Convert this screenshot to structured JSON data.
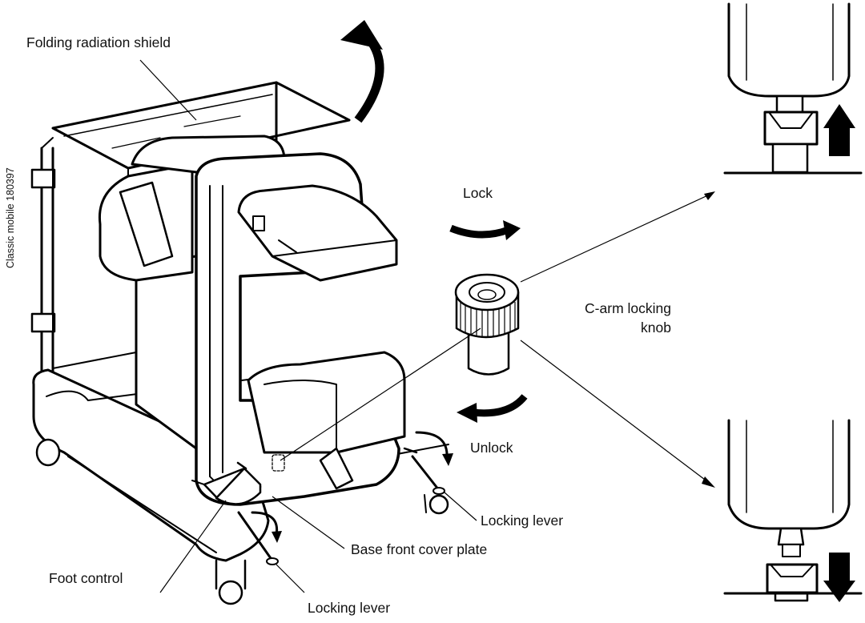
{
  "labels": {
    "folding_radiation_shield": "Folding radiation shield",
    "lock": "Lock",
    "unlock": "Unlock",
    "c_arm_locking_knob_line1": "C-arm locking",
    "c_arm_locking_knob_line2": "knob",
    "locking_lever_right": "Locking lever",
    "locking_lever_bottom": "Locking lever",
    "foot_control": "Foot control",
    "base_front_cover_plate": "Base front cover plate",
    "model_id": "Classic mobile 180397"
  },
  "colors": {
    "line": "#000000",
    "background": "#ffffff",
    "text": "#111111"
  }
}
